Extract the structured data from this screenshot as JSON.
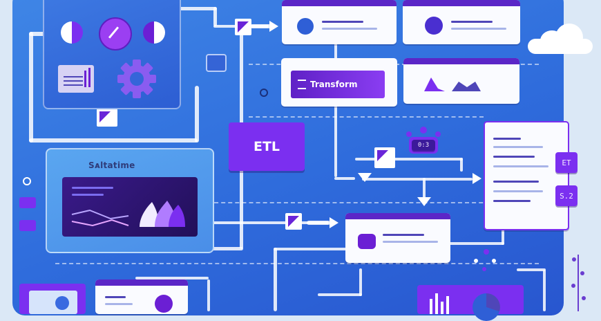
{
  "diagram": {
    "center_label": "ETL",
    "transform_label": "Transform",
    "realtime_label": "Sᴀltatime",
    "chip_right_top": "ET",
    "chip_right_bottom": "S.2",
    "chip_small": "0:3"
  },
  "colors": {
    "board": "#2f6cdc",
    "accent_purple": "#7b2ff0",
    "card_bg": "#fafbff",
    "page_bg": "#dbe8f6"
  },
  "icons": [
    "gear-icon",
    "pie-chart-icon",
    "bar-chart-icon",
    "cloud-icon",
    "arrow-right-icon",
    "arrow-down-icon",
    "triangle-icon",
    "flame-chart-icon"
  ]
}
